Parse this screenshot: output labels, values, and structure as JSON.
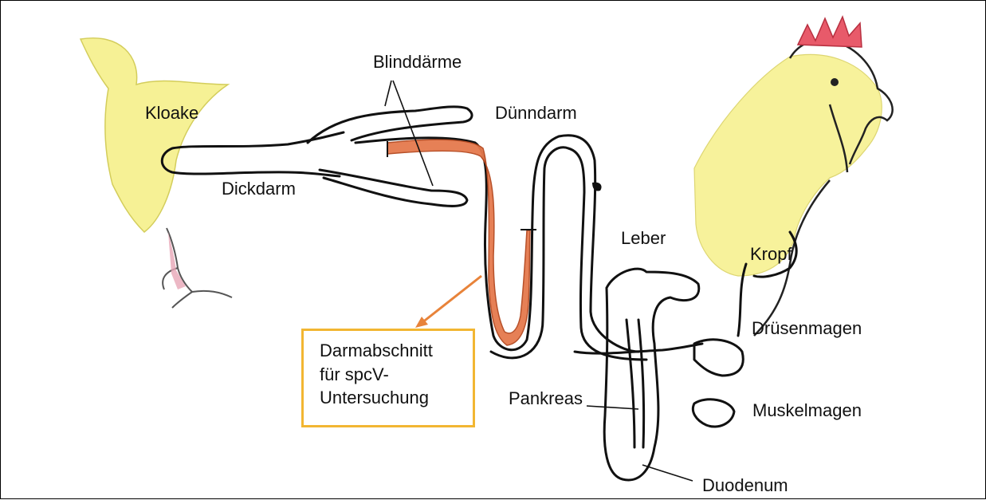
{
  "labels": {
    "kloake": "Kloake",
    "blinddaerme": "Blinddärme",
    "duenndarm": "Dünndarm",
    "dickdarm": "Dickdarm",
    "leber": "Leber",
    "kropf": "Kropf",
    "druesenmagen": "Drüsenmagen",
    "muskelmagen": "Muskelmagen",
    "pankreas": "Pankreas",
    "duodenum": "Duodenum"
  },
  "callout": {
    "line1": "Darmabschnitt",
    "line2": "für spcV-",
    "line3": "Untersuchung"
  },
  "colors": {
    "highlight_intestine": "#e57a4e",
    "callout_border": "#f2b632",
    "callout_arrow": "#e8833a",
    "feather_yellow": "#f6f08a",
    "comb_red": "#e85a6a",
    "leg_pink": "#e7a6b6"
  }
}
